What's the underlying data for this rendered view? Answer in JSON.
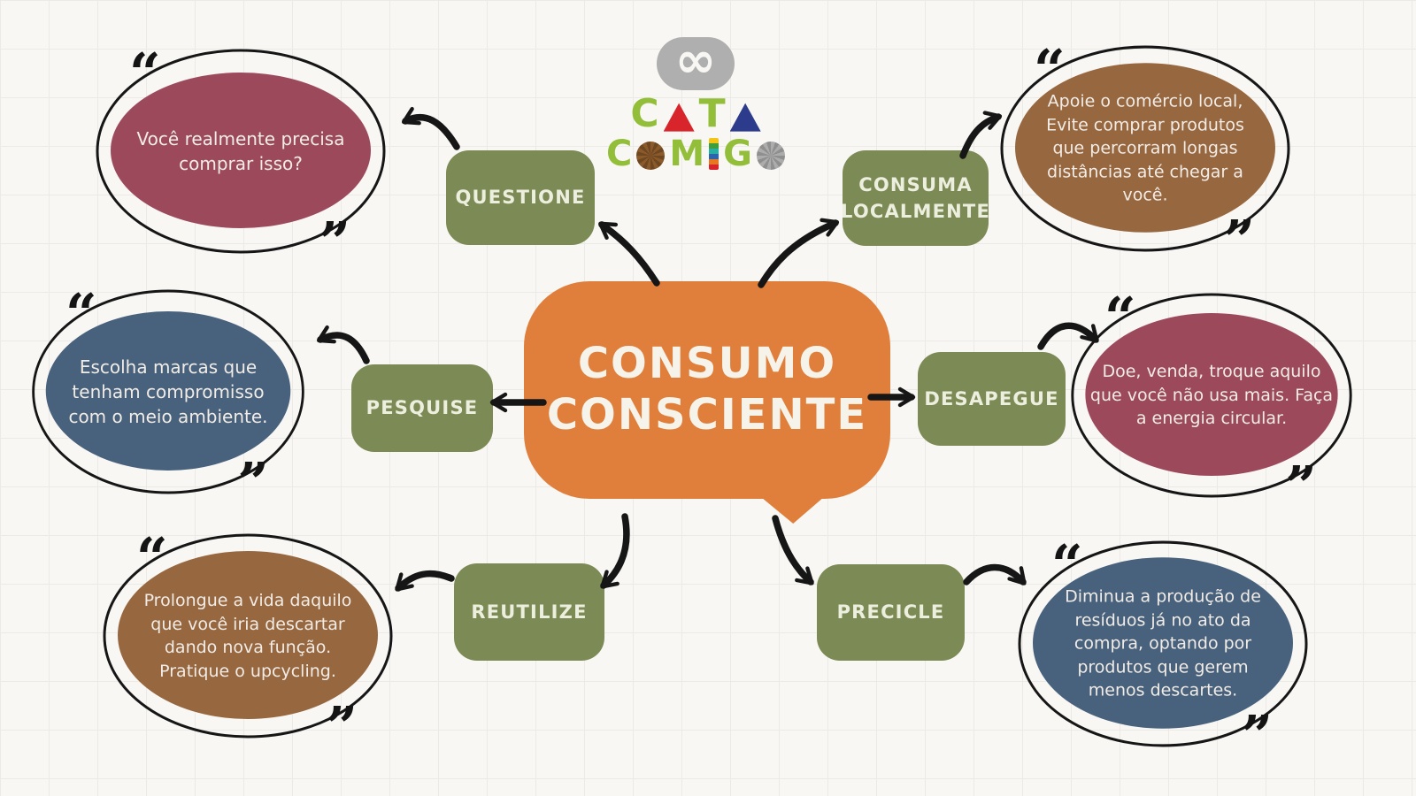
{
  "logo": {
    "infinity_symbol": "∞",
    "line1_word": "CATA",
    "line2_word": "COMIGO",
    "cata_c": "C",
    "cata_t": "T",
    "comigo_c": "C",
    "comigo_m": "M",
    "comigo_g": "G"
  },
  "center": {
    "line1": "CONSUMO",
    "line2": "CONSCIENTE"
  },
  "nodes": {
    "questione": {
      "label": "QUESTIONE"
    },
    "consuma": {
      "label": "CONSUMA LOCALMENTE"
    },
    "pesquise": {
      "label": "PESQUISE"
    },
    "desapegue": {
      "label": "DESAPEGUE"
    },
    "reutilize": {
      "label": "REUTILIZE"
    },
    "precicle": {
      "label": "PRECICLE"
    }
  },
  "quotes": {
    "questione": {
      "text": "Você realmente precisa comprar isso?",
      "fill": "#9C4A5B"
    },
    "consuma": {
      "text": "Apoie o comércio local, Evite comprar produtos que percorram longas distâncias até chegar a você.",
      "fill": "#976740"
    },
    "pesquise": {
      "text": "Escolha marcas que tenham compromisso com o meio ambiente.",
      "fill": "#48617C"
    },
    "desapegue": {
      "text": "Doe, venda, troque aquilo que você não usa mais. Faça a energia circular.",
      "fill": "#9C4A5B"
    },
    "reutilize": {
      "text": "Prolongue a vida daquilo que você iria descartar dando nova função. Pratique o upcycling.",
      "fill": "#976740"
    },
    "precicle": {
      "text": "Diminua a produção de resíduos já no ato da compra, optando por produtos que gerem menos descartes.",
      "fill": "#48617C"
    }
  },
  "glyphs": {
    "open_quote": "“",
    "close_quote": "”"
  },
  "colors": {
    "background": "#F8F7F4",
    "grid_line": "#ECEAE6",
    "center_orange": "#E07F3B",
    "node_green": "#7C8A55",
    "quote_maroon": "#9C4A5B",
    "quote_brown": "#976740",
    "quote_blue": "#48617C",
    "arrow_black": "#161616",
    "logo_green": "#93BE3A",
    "logo_red": "#D8252C",
    "logo_navy": "#2C3B8C",
    "logo_gray": "#AFAFAF"
  }
}
